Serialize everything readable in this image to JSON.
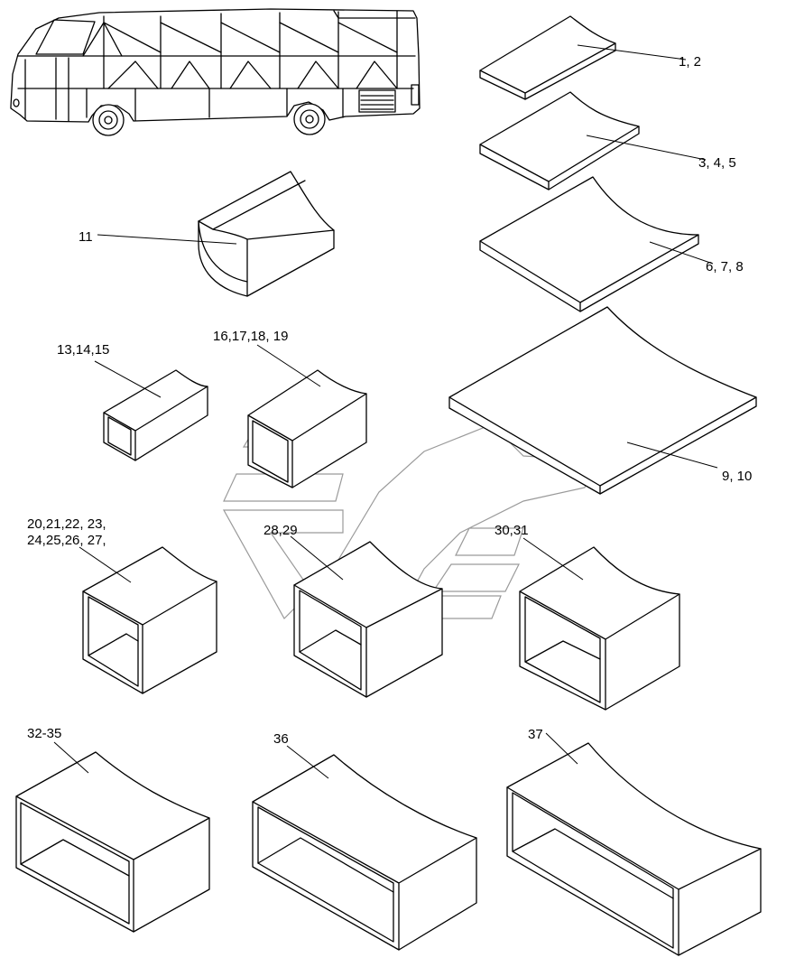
{
  "diagram": {
    "labels": {
      "p1_2": "1, 2",
      "p3_5": "3, 4, 5",
      "p6_8": "6, 7, 8",
      "p9_10": "9, 10",
      "p11": "11",
      "p13_15": "13,14,15",
      "p16_19": "16,17,18, 19",
      "p20_23": "20,21,22, 23,",
      "p24_27": "24,25,26, 27,",
      "p28_29": "28,29",
      "p30_31": "30,31",
      "p32_35": "32-35",
      "p36": "36",
      "p37": "37"
    }
  }
}
